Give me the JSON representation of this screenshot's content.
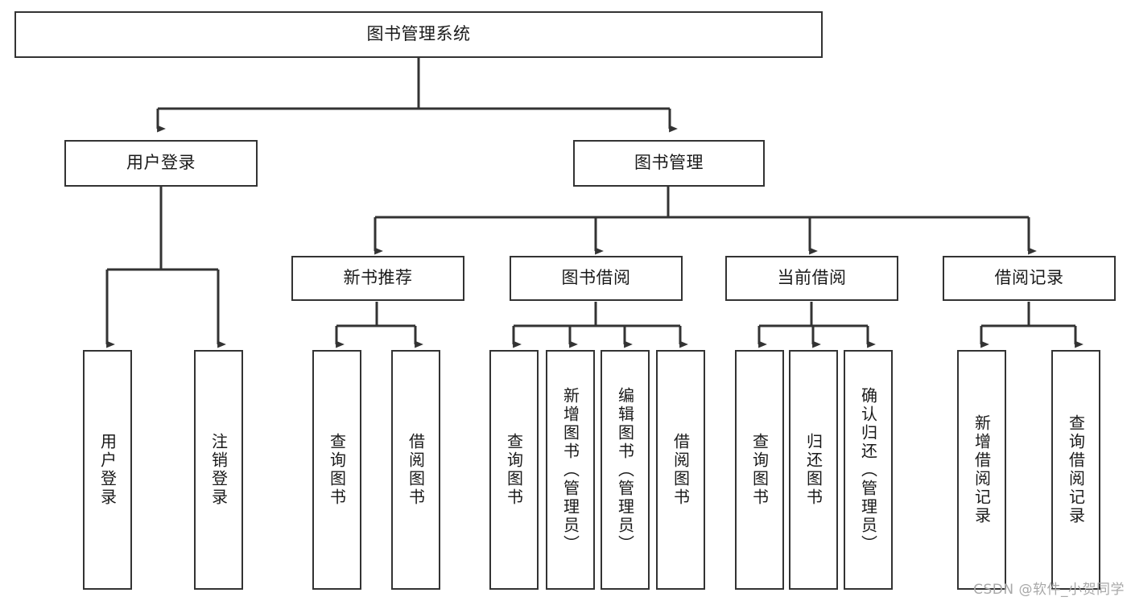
{
  "diagram": {
    "title": "图书管理系统",
    "watermark": "CSDN @软件_小贺同学",
    "colors": {
      "stroke": "#333333",
      "fill": "#ffffff",
      "text": "#1a1a1a",
      "watermark": "#a8a8a8"
    },
    "nodes": {
      "root": {
        "label": "图书管理系统",
        "orientation": "horizontal"
      },
      "level2": [
        {
          "id": "user-login",
          "label": "用户登录",
          "orientation": "horizontal"
        },
        {
          "id": "book-manage",
          "label": "图书管理",
          "orientation": "horizontal"
        }
      ],
      "level3": [
        {
          "id": "new-book-recommend",
          "label": "新书推荐",
          "orientation": "horizontal"
        },
        {
          "id": "book-borrow",
          "label": "图书借阅",
          "orientation": "horizontal"
        },
        {
          "id": "current-borrow",
          "label": "当前借阅",
          "orientation": "horizontal"
        },
        {
          "id": "borrow-record",
          "label": "借阅记录",
          "orientation": "horizontal"
        }
      ],
      "leaves": [
        {
          "id": "leaf-user-login",
          "label": "用户登录",
          "parent": "user-login",
          "orientation": "vertical"
        },
        {
          "id": "leaf-user-logout",
          "label": "注销登录",
          "parent": "user-login",
          "orientation": "vertical"
        },
        {
          "id": "leaf-query-book-1",
          "label": "查询图书",
          "parent": "new-book-recommend",
          "orientation": "vertical"
        },
        {
          "id": "leaf-borrow-book-1",
          "label": "借阅图书",
          "parent": "new-book-recommend",
          "orientation": "vertical"
        },
        {
          "id": "leaf-query-book-2",
          "label": "查询图书",
          "parent": "book-borrow",
          "orientation": "vertical"
        },
        {
          "id": "leaf-add-book",
          "label": "新增图书（管理员）",
          "parent": "book-borrow",
          "orientation": "vertical"
        },
        {
          "id": "leaf-edit-book",
          "label": "编辑图书（管理员）",
          "parent": "book-borrow",
          "orientation": "vertical"
        },
        {
          "id": "leaf-borrow-book-2",
          "label": "借阅图书",
          "parent": "book-borrow",
          "orientation": "vertical"
        },
        {
          "id": "leaf-query-book-3",
          "label": "查询图书",
          "parent": "current-borrow",
          "orientation": "vertical"
        },
        {
          "id": "leaf-return-book",
          "label": "归还图书",
          "parent": "current-borrow",
          "orientation": "vertical"
        },
        {
          "id": "leaf-confirm-return",
          "label": "确认归还（管理员）",
          "parent": "current-borrow",
          "orientation": "vertical"
        },
        {
          "id": "leaf-add-record",
          "label": "新增借阅记录",
          "parent": "borrow-record",
          "orientation": "vertical"
        },
        {
          "id": "leaf-query-record",
          "label": "查询借阅记录",
          "parent": "borrow-record",
          "orientation": "vertical"
        }
      ]
    }
  }
}
